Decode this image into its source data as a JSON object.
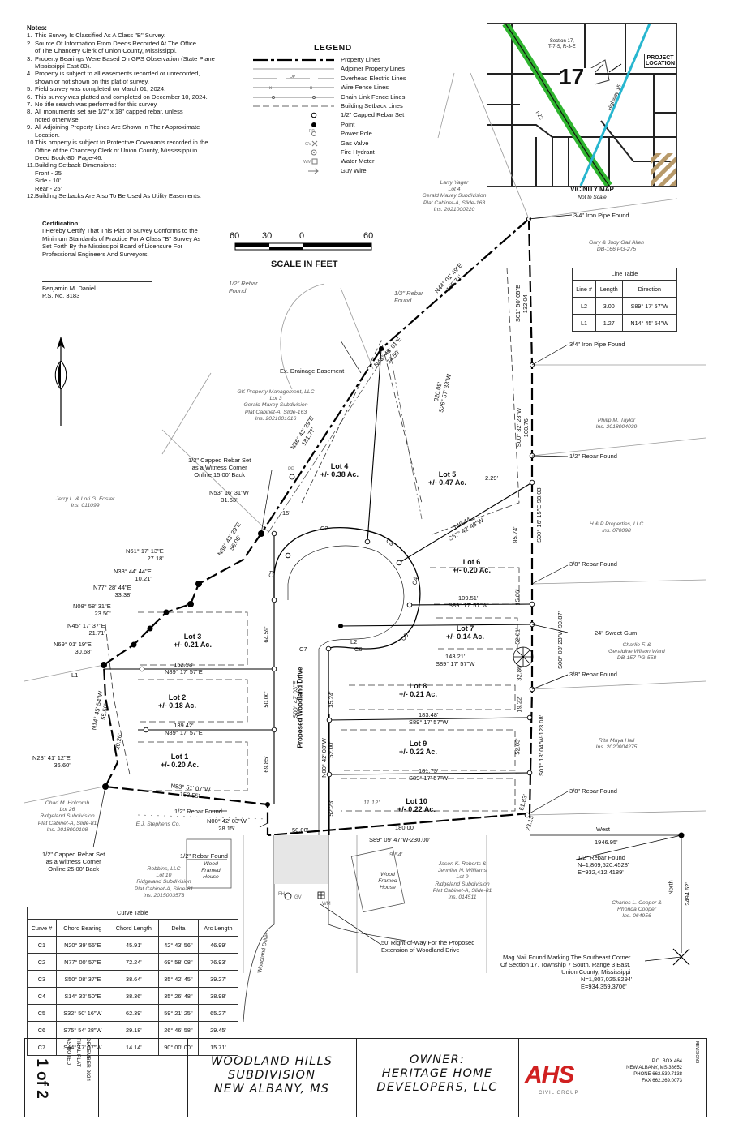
{
  "notes": {
    "heading": "Notes:",
    "items": [
      {
        "n": "1.",
        "t": "This Survey Is Classified As A Class \"B\" Survey."
      },
      {
        "n": "2.",
        "t": "Source Of Information From Deeds Recorded At The Office\nof The Chancery Clerk of Union County, Mississippi."
      },
      {
        "n": "3.",
        "t": "Property Bearings Were Based On GPS Observation (State Plane\nMississippi East 83)."
      },
      {
        "n": "4.",
        "t": "Property is subject to all easements recorded or unrecorded,\nshown or not shown on this plat of survey."
      },
      {
        "n": "5.",
        "t": "Field survey was completed on March 01, 2024."
      },
      {
        "n": "6.",
        "t": "This survey was platted and completed on December 10, 2024."
      },
      {
        "n": "7.",
        "t": "No title search was performed for this survey."
      },
      {
        "n": "8.",
        "t": "All monuments set are 1/2\" x 18\" capped rebar, unless\nnoted otherwise."
      },
      {
        "n": "9.",
        "t": "All Adjoining Property Lines Are Shown In Their Approximate\nLocation."
      },
      {
        "n": "10.",
        "t": "This property is subject to Protective Covenants recorded in the\nOffice of the Chancery Clerk of Union County, Mississippi in\nDeed Book-80, Page-46."
      },
      {
        "n": "11.",
        "t": "Building Setback Dimensions:\n  Front - 25'\n  Side - 10'\n  Rear - 25'"
      },
      {
        "n": "12.",
        "t": "Building Setbacks Are Also To Be Used As Utility Easements."
      }
    ]
  },
  "legend": {
    "title": "LEGEND",
    "items": [
      {
        "key": "property",
        "label": "Property Lines"
      },
      {
        "key": "adjoiner",
        "label": "Adjoiner Property Lines"
      },
      {
        "key": "electric",
        "label": "Overhead Electric Lines",
        "glyph": "OP"
      },
      {
        "key": "wire",
        "label": "Wire Fence Lines",
        "glyph": "x"
      },
      {
        "key": "chain",
        "label": "Chain Link Fence Lines",
        "glyph": "o"
      },
      {
        "key": "setback",
        "label": "Building Setback Lines"
      },
      {
        "key": "capped",
        "label": "1/2\" Capped Rebar Set"
      },
      {
        "key": "point",
        "label": "Point"
      },
      {
        "key": "pole",
        "label": "Power Pole",
        "glyph": "PP"
      },
      {
        "key": "gv",
        "label": "Gas Valve",
        "glyph": "GV"
      },
      {
        "key": "fh",
        "label": "Fire Hydrant"
      },
      {
        "key": "wm",
        "label": "Water Meter",
        "glyph": "WM"
      },
      {
        "key": "guy",
        "label": "Guy Wire"
      }
    ]
  },
  "certification": {
    "heading": "Certification:",
    "text": "I Hereby Certify That This Plat of Survey Conforms to the\nMinimum Standards of Practice For A Class \"B\" Survey As\nSet Forth By the Mississippi Board of Licensure For\nProfessional Engineers And Surveyors.",
    "name": "Benjamin M. Daniel",
    "license": "P.S. No. 3183"
  },
  "scale": {
    "ticks": [
      "60",
      "30",
      "0",
      "60"
    ],
    "title": "SCALE IN FEET"
  },
  "line_table": {
    "title": "Line Table",
    "headers": [
      "Line #",
      "Length",
      "Direction"
    ],
    "rows": [
      [
        "L2",
        "3.00",
        "S89° 17' 57\"W"
      ],
      [
        "L1",
        "1.27",
        "N14° 45' 54\"W"
      ]
    ]
  },
  "curve_table": {
    "title": "Curve Table",
    "headers": [
      "Curve #",
      "Chord Bearing",
      "Chord Length",
      "Delta",
      "Arc Length"
    ],
    "rows": [
      [
        "C1",
        "N20° 39' 55\"E",
        "45.91'",
        "42° 43' 56\"",
        "46.99'"
      ],
      [
        "C2",
        "N77° 00' 57\"E",
        "72.24'",
        "69° 58' 08\"",
        "76.93'"
      ],
      [
        "C3",
        "S50° 08' 37\"E",
        "38.64'",
        "35° 42' 45\"",
        "39.27'"
      ],
      [
        "C4",
        "S14° 33' 50\"E",
        "38.36'",
        "35° 26' 48\"",
        "38.98'"
      ],
      [
        "C5",
        "S32° 50' 16\"W",
        "62.39'",
        "59° 21' 25\"",
        "65.27'"
      ],
      [
        "C6",
        "S75° 54' 28\"W",
        "29.18'",
        "26° 46' 58\"",
        "29.45'"
      ],
      [
        "C7",
        "S44° 17' 57\"W",
        "14.14'",
        "90° 00' 00\"",
        "15.71'"
      ]
    ]
  },
  "vicinity": {
    "section": "Section 17,\nT-7-S, R-3-E",
    "number": "17",
    "project": "PROJECT\nLOCATION",
    "hwy15": "Highway 15",
    "i22": "I-22",
    "title": "VICINITY MAP",
    "subtitle": "Not to Scale"
  },
  "lots": [
    {
      "name": "Lot 1",
      "area": "+/- 0.20 Ac."
    },
    {
      "name": "Lot 2",
      "area": "+/- 0.18 Ac."
    },
    {
      "name": "Lot 3",
      "area": "+/- 0.21 Ac."
    },
    {
      "name": "Lot 4",
      "area": "+/- 0.38 Ac."
    },
    {
      "name": "Lot 5",
      "area": "+/- 0.47 Ac."
    },
    {
      "name": "Lot 6",
      "area": "+/- 0.20 Ac."
    },
    {
      "name": "Lot 7",
      "area": "+/- 0.14 Ac."
    },
    {
      "name": "Lot 8",
      "area": "+/- 0.21 Ac."
    },
    {
      "name": "Lot 9",
      "area": "+/- 0.22 Ac."
    },
    {
      "name": "Lot 10",
      "area": "+/- 0.22 Ac."
    }
  ],
  "callouts": {
    "iron_pipe_1": "3/4\" Iron Pipe Found",
    "iron_pipe_2": "3/4\" Iron Pipe Found",
    "rebar_half_1": "1/2\" Rebar Found",
    "rebar_38_1": "3/8\" Rebar Found",
    "sweet_gum": "24\" Sweet Gum",
    "rebar_38_2": "3/8\" Rebar Found",
    "rebar_38_3": "3/8\" Rebar Found",
    "rebar_half_2": "1/2\" Rebar Found",
    "rebar_half_2_n": "N=1,809,520.4528'",
    "rebar_half_2_e": "E=932,412.4189'",
    "mag_nail": "Mag Nail Found Marking The Southeast Corner\nOf Section 17, Township 7 South, Range 3 East,\nUnion County, Mississippi",
    "mag_nail_n": "N=1,807,025.8294'",
    "mag_nail_e": "E=934,359.3706'",
    "row_note": "50' Right-of-Way For the Proposed\nExtension of Woodland Drive",
    "rebar_half_left": "1/2\" Rebar Found",
    "rebar_half_bl": "1/2\" Rebar Found",
    "witness_top": "1/2\" Capped Rebar Set\nas a Witness Corner\nOnline 15.00' Back",
    "witness_bottom": "1/2\" Capped Rebar Set\nas a Witness Corner\nOnline 25.00' Back",
    "rebar_half_arc_l": "1/2\" Rebar\nFound",
    "rebar_half_arc_r": "1/2\" Rebar\nFound",
    "drainage": "Ex. Drainage Easement",
    "west": "West",
    "west_dist": "1946.95'",
    "north": "North",
    "north_dist": "2494.62'",
    "road_proposed": "Proposed Woodland Drive",
    "road_existing": "Woodland Drive",
    "pp": "PP",
    "fh": "FH",
    "gv": "GV",
    "wm": "WM"
  },
  "owners": {
    "yager": "Larry Yager\nLot 4\nGerald Maxey Subdivision\nPlat Cabinet-A, Slide-163\nIns. 2021000220",
    "allen": "Gary & Judy Gail Allen\nDB-166 PG-275",
    "gk": "GK Property Management, LLC\nLot 3\nGerald Maxey Subdivision\nPlat Cabinet-A, Slide-163\nIns. 2021001616",
    "taylor": "Philip M. Taylor\nIns. 2018004039",
    "hp": "H & P Properties, LLC\nIns. 070098",
    "foster": "Jerry L. & Lori G. Foster\nIns. 011099",
    "ward": "Charlie F. &\nGeraldine Wilson Ward\nDB-157 PG-558",
    "hall": "Rita Maya Hall\nIns. 2020004275",
    "holcomb": "Chad M. Holcomb\nLot 26\nRidgeland Subdivision\nPlat Cabinet-A, Slide-81\nIns. 2018000108",
    "stephens": "E.J. Stephens Co.",
    "robbins": "Robbins, LLC\nLot 10\nRidgeland Subdivision\nPlat Cabinet-A, Slide-81\nIns. 2015003573",
    "wood_house_1": "Wood\nFramed\nHouse",
    "roberts": "Jason K. Roberts &\nJennifer N. Williams\nLot 9\nRidgeland Subdivision\nPlat Cabinet-A, Slide-81\nIns. 014511",
    "wood_house_2": "Wood\nFramed\nHouse",
    "cooper": "Charles L. Cooper &\nRhonda Cooper\nIns. 064956"
  },
  "bearings": {
    "b1": "N44° 01' 49\"E\n155.71'",
    "b2": "N43° 48' 01\"E\n34.50'",
    "b3": "N36° 43' 29\"E\n181.77'",
    "b4": "N36° 43' 29\"E\n56.05'",
    "b5": "N53° 16' 31\"W\n31.63'",
    "b6": "N61° 17' 13\"E\n27.18'",
    "b7": "N33° 44' 44\"E\n10.21'",
    "b8": "N77° 28' 44\"E\n33.38'",
    "b9": "N08° 58' 31\"E\n23.50'",
    "b10": "N45° 17' 37\"E\n21.71'",
    "b11": "N69° 01' 19\"E\n30.68'",
    "b12": "N14° 45' 54\"W\n55.56'",
    "b13": "20.26'",
    "b14": "N28° 41' 12\"E\n36.60'",
    "b15": "N83° 51' 07\"W\n153.55'",
    "b16": "N00° 42' 03\"W\n28.15'",
    "r1": "S01° 50' 05\"E\n132.04'",
    "r2": "S00° 32' 23\"W\n100.76'",
    "r3": "S00° 16' 15\"E-98.03'",
    "r4": "95.74'",
    "r5": "S00° 08' 23\"W-99.87'",
    "r6": "15.06'",
    "r7": "52.01'",
    "r8": "32.86'",
    "r9": "S01° 13' 04\"W-123.08'",
    "r10": "19.22'",
    "r11": "52.03'",
    "r12": "51.83'",
    "r13": "23.13'",
    "bottom": "S89° 09' 47\"W-230.00'",
    "bot_50": "50.00'",
    "bot_180": "180.00'",
    "l_1112": "11.12'",
    "l_954": "9.54'",
    "s1": "320.05'\nS26° 57' 33\"W",
    "s2": "140.44'\nS57° 42' 48\"W",
    "s3": "2.29'",
    "s4": "109.51'\nS89° 17' 57\"W",
    "s5": "143.21'\nS89° 17' 57\"W",
    "s6": "183.48'\nS89° 17' 57\"W",
    "s7": "181.73'\nS89° 17' 57\"W",
    "s8": "152.93'\nN89° 17' 57\"E",
    "s9": "139.42'\nN89° 17' 57\"E",
    "c_6459": "64.59'",
    "c_5000": "50.00'",
    "c_6985": "69.85'",
    "c_road": "S00° 42' 03\"E",
    "c_3524": "35.24'",
    "c_5200": "52.00'",
    "c_5223": "52.23'",
    "c_road2": "N00° 42' 03\"W",
    "c_15": "15'"
  },
  "labels": {
    "C1": "C1",
    "C2": "C2",
    "C3": "C3",
    "C4": "C4",
    "C5": "C5",
    "C6": "C6",
    "C7": "C7",
    "L1": "L1",
    "L2": "L2"
  },
  "titleblock": {
    "sheet": "1 of 2",
    "info": "DECEMBER 2024\nFINAL PLAT\nAS NOTED",
    "project": "WOODLAND HILLS\nSUBDIVISION\nNEW ALBANY, MS",
    "owner": "OWNER:\nHERITAGE HOME\nDEVELOPERS, LLC",
    "logo": "AHS",
    "logo_sub": "CIVIL GROUP",
    "address": "P.O. BOX 464\nNEW ALBANY, MS 38652\nPHONE 662.539.7138\nFAX 662.269.0073",
    "revisions": "REVISIONS"
  },
  "colors": {
    "i22": "#2fb52f",
    "hwy15": "#27b6cf",
    "logo_red": "#d02020",
    "logo_gray": "#666666",
    "hatch": "#b89a6a"
  }
}
